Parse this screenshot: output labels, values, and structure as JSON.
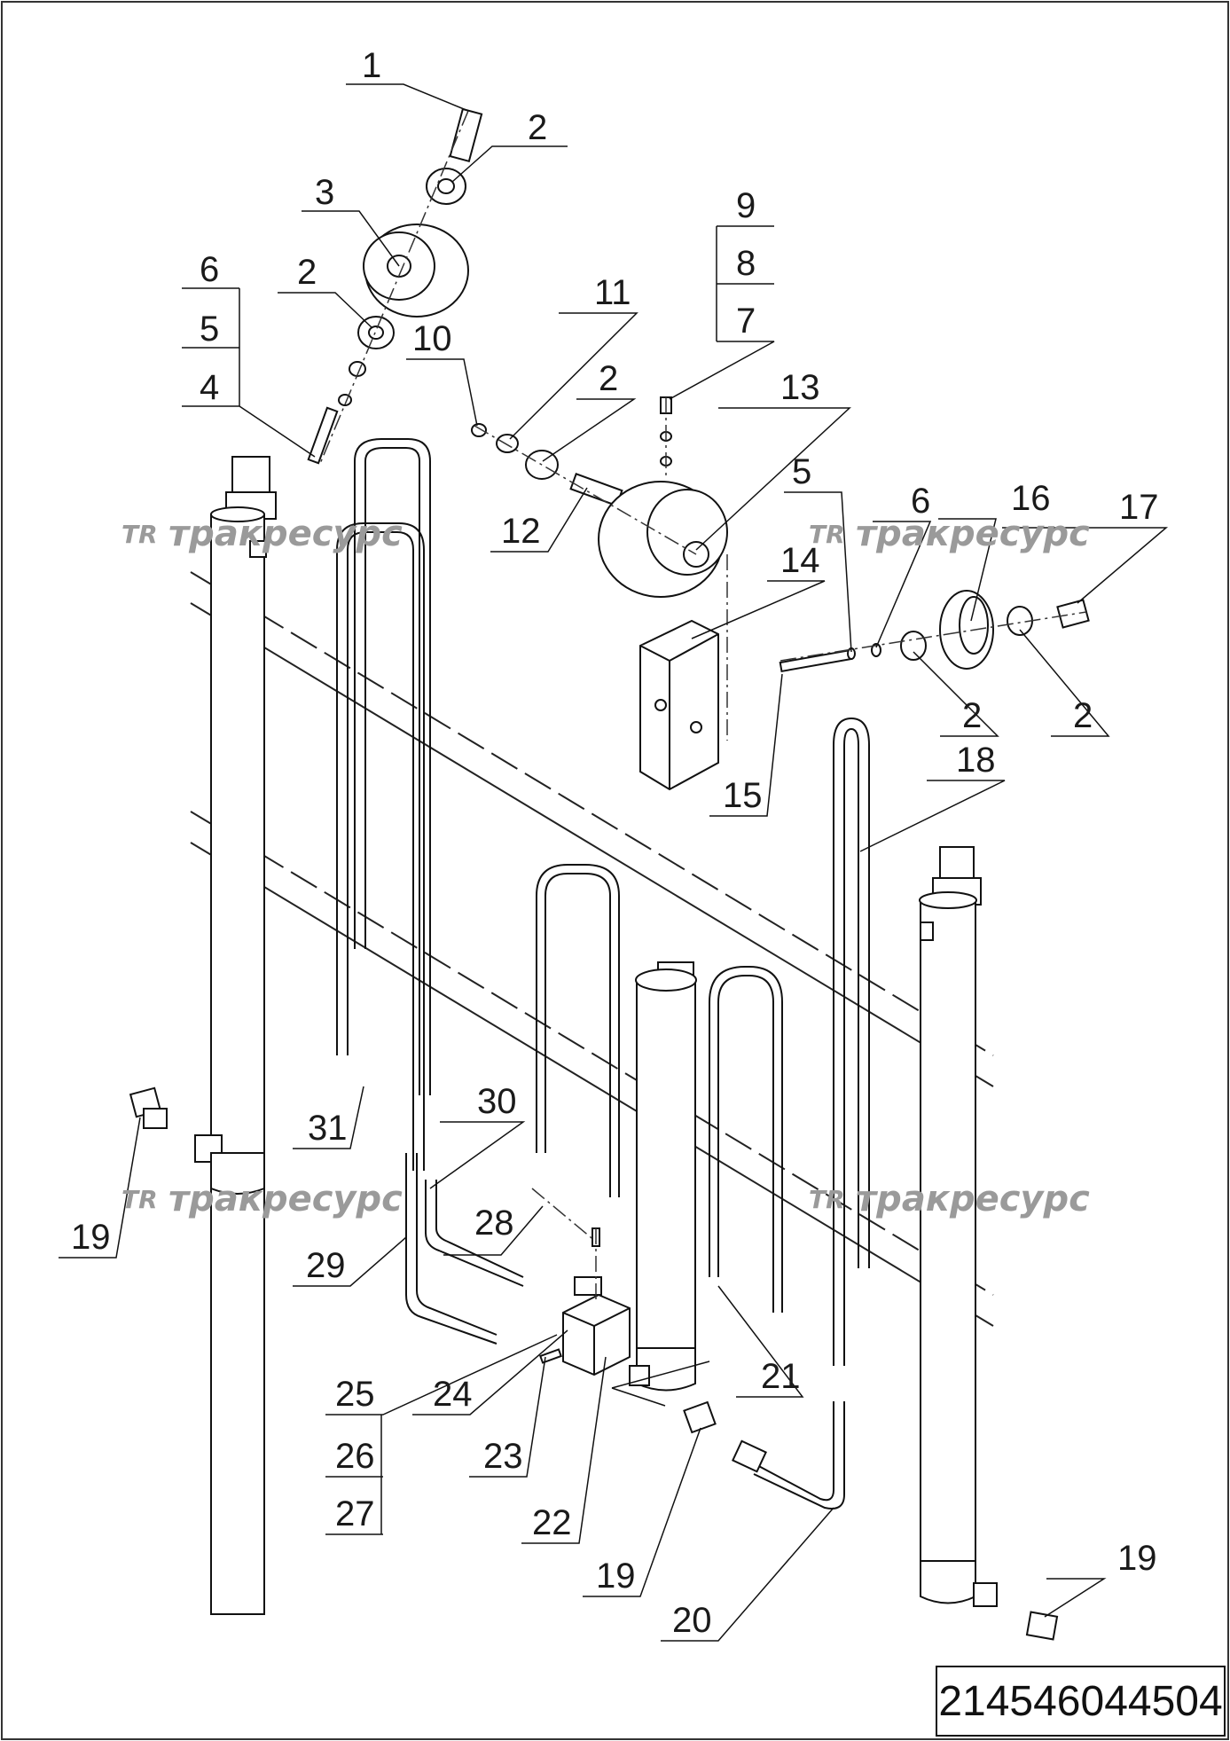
{
  "document_number": "214546044504",
  "watermark": {
    "logo": "TR",
    "text": "тракресурс"
  },
  "callouts": [
    {
      "id": "c1",
      "label": "1"
    },
    {
      "id": "c2a",
      "label": "2"
    },
    {
      "id": "c3",
      "label": "3"
    },
    {
      "id": "c2b",
      "label": "2"
    },
    {
      "id": "c6a",
      "label": "6"
    },
    {
      "id": "c5a",
      "label": "5"
    },
    {
      "id": "c4",
      "label": "4"
    },
    {
      "id": "c10",
      "label": "10"
    },
    {
      "id": "c11",
      "label": "11"
    },
    {
      "id": "c2c",
      "label": "2"
    },
    {
      "id": "c12",
      "label": "12"
    },
    {
      "id": "c9",
      "label": "9"
    },
    {
      "id": "c8",
      "label": "8"
    },
    {
      "id": "c7",
      "label": "7"
    },
    {
      "id": "c13",
      "label": "13"
    },
    {
      "id": "c14",
      "label": "14"
    },
    {
      "id": "c15",
      "label": "15"
    },
    {
      "id": "c5b",
      "label": "5"
    },
    {
      "id": "c6b",
      "label": "6"
    },
    {
      "id": "c16",
      "label": "16"
    },
    {
      "id": "c17",
      "label": "17"
    },
    {
      "id": "c2d",
      "label": "2"
    },
    {
      "id": "c2e",
      "label": "2"
    },
    {
      "id": "c18",
      "label": "18"
    },
    {
      "id": "c31",
      "label": "31"
    },
    {
      "id": "c30",
      "label": "30"
    },
    {
      "id": "c19a",
      "label": "19"
    },
    {
      "id": "c28",
      "label": "28"
    },
    {
      "id": "c29",
      "label": "29"
    },
    {
      "id": "c21",
      "label": "21"
    },
    {
      "id": "c25",
      "label": "25"
    },
    {
      "id": "c24",
      "label": "24"
    },
    {
      "id": "c26",
      "label": "26"
    },
    {
      "id": "c23",
      "label": "23"
    },
    {
      "id": "c27",
      "label": "27"
    },
    {
      "id": "c22",
      "label": "22"
    },
    {
      "id": "c19b",
      "label": "19"
    },
    {
      "id": "c19c",
      "label": "19"
    },
    {
      "id": "c20",
      "label": "20"
    }
  ]
}
